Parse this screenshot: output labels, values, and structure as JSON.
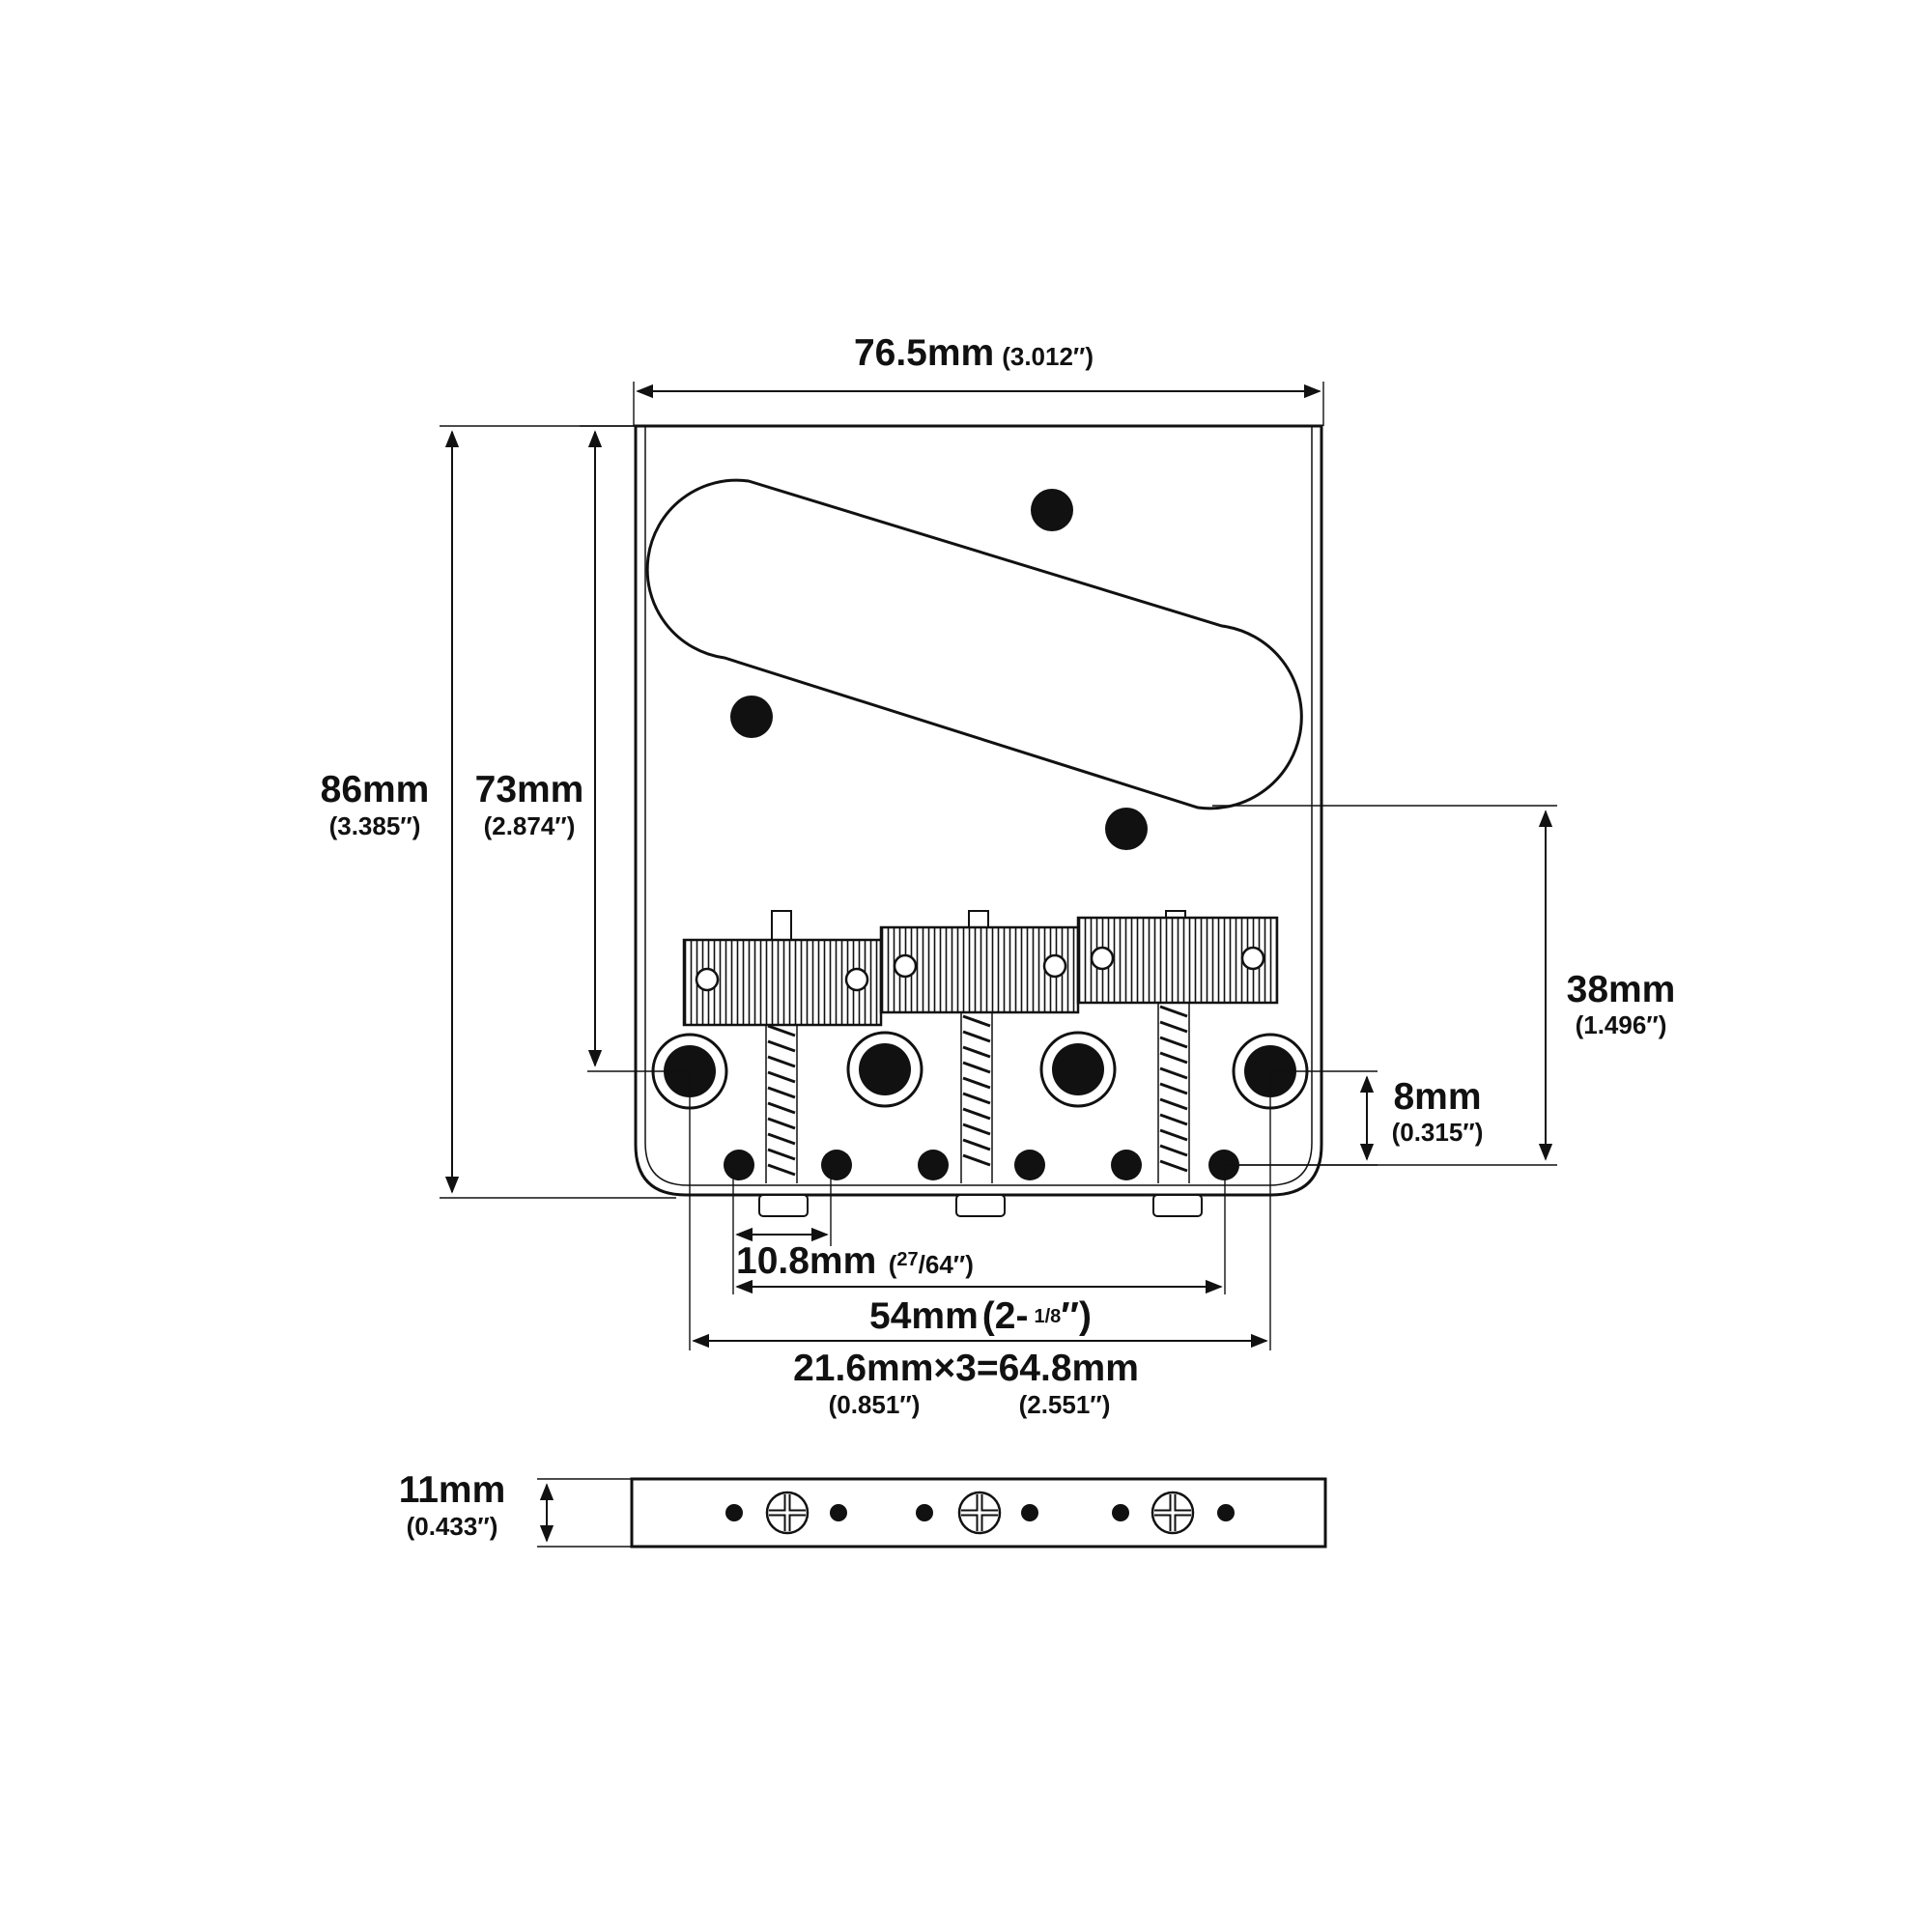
{
  "dimensions": {
    "width": {
      "mm": "76.5mm",
      "inch": "(3.012″)"
    },
    "overall_length": {
      "mm": "86mm",
      "inch": "(3.385″)"
    },
    "mount_length": {
      "mm": "73mm",
      "inch": "(2.874″)"
    },
    "pickup_to_edge": {
      "mm": "38mm",
      "inch": "(1.496″)"
    },
    "hole_offset": {
      "mm": "8mm",
      "inch": "(0.315″)"
    },
    "spacing_single": {
      "mm": "10.8mm",
      "inch_num": "27",
      "inch_den": "/64",
      "inch_tail": "″)",
      "inch_open": "("
    },
    "spacing_total": {
      "mm": "54mm",
      "inch_open": "(2-",
      "inch_frac": "1/8",
      "inch_tail": "″)"
    },
    "saddle_spacing": {
      "formula": "21.6mm×3=64.8mm",
      "inch_a": "(0.851″)",
      "inch_b": "(2.551″)"
    },
    "height": {
      "mm": "11mm",
      "inch": "(0.433″)"
    }
  }
}
